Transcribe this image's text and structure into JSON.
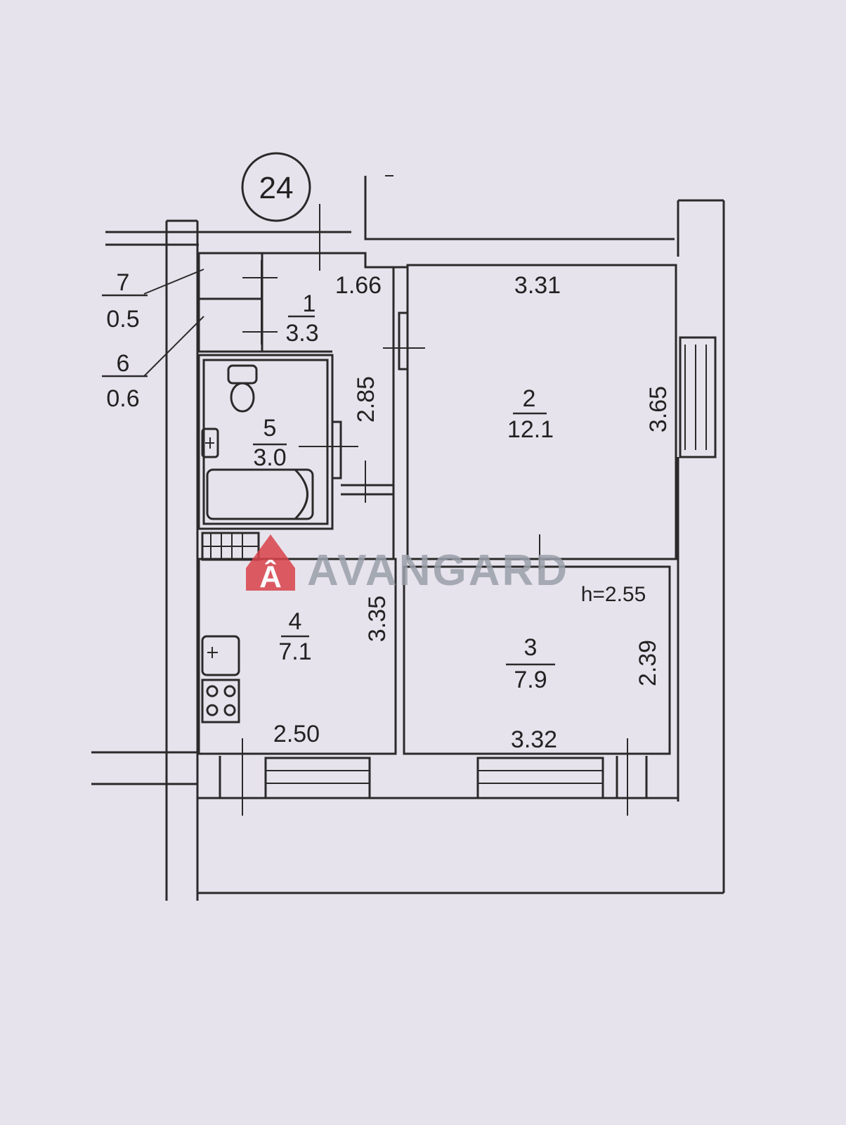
{
  "apartment_number": "24",
  "ceiling_height": "h=2.55",
  "rooms": [
    {
      "number": "1",
      "area": "3.3"
    },
    {
      "number": "2",
      "area": "12.1"
    },
    {
      "number": "3",
      "area": "7.9"
    },
    {
      "number": "4",
      "area": "7.1"
    },
    {
      "number": "5",
      "area": "3.0"
    },
    {
      "number": "6",
      "area": "0.6"
    },
    {
      "number": "7",
      "area": "0.5"
    }
  ],
  "dimensions": {
    "hall_width": "1.66",
    "room2_width": "3.31",
    "room2_depth": "3.65",
    "bath_depth": "2.85",
    "kitchen_depth": "3.35",
    "kitchen_width": "2.50",
    "room3_width": "3.32",
    "room3_depth": "2.39"
  },
  "watermark": {
    "text": "AVANGARD",
    "logo_letter": "Â",
    "logo_color": "#d9434a",
    "text_color": "#9aa0aa"
  },
  "colors": {
    "paper": "#e7e3ec",
    "ink": "#2a2a2a"
  }
}
